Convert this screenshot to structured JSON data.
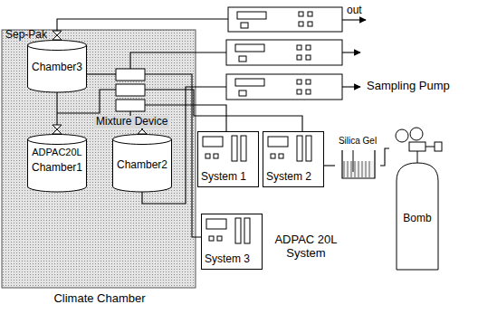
{
  "diagram": {
    "nodes": [
      {
        "text": [
          "Climate Chamber"
        ]
      },
      {
        "text": [
          "Chamber3"
        ],
        "in": 0
      },
      {
        "text": [
          "ADPAC20L",
          "Chamber1"
        ],
        "in": 0
      },
      {
        "text": [
          "Chamber2"
        ],
        "in": 0
      },
      {
        "text": [
          "System 1"
        ]
      },
      {
        "text": [
          "System 2"
        ]
      },
      {
        "text": [
          "System 3"
        ]
      },
      {
        "text": [
          "Silica Gel"
        ]
      },
      {
        "text": [
          "Bomb"
        ]
      }
    ],
    "edges": [
      {
        "from": 8,
        "to": 7,
        "arrow": "none"
      },
      {
        "from": 7,
        "to": 5,
        "arrow": "none"
      }
    ],
    "labels": [
      "Sep-Pak",
      "Mixture Device",
      "Sampling Pump",
      "out",
      "ADPAC 20L System"
    ]
  }
}
